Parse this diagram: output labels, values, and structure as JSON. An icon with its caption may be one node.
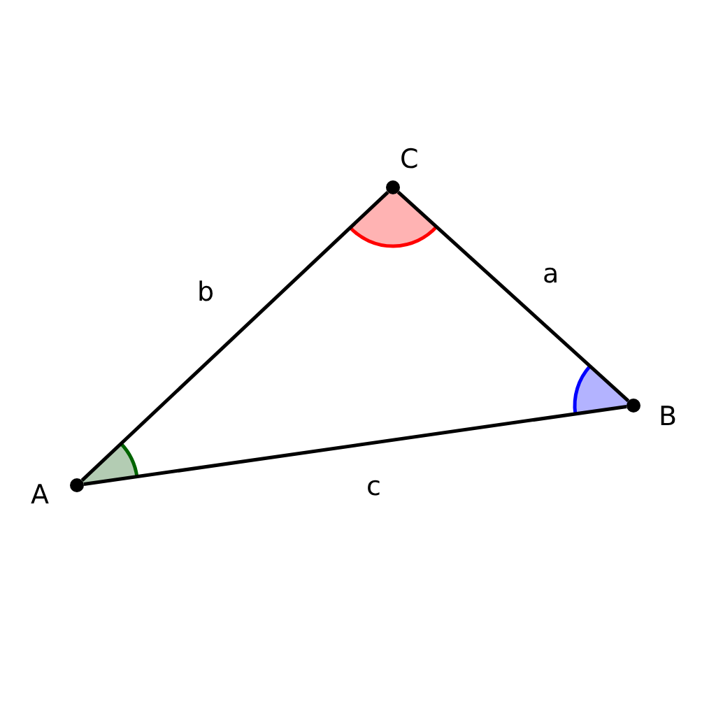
{
  "diagram": {
    "nodes": [
      {
        "text": [
          "A"
        ]
      },
      {
        "text": [
          "B"
        ]
      },
      {
        "text": [
          "C"
        ]
      }
    ],
    "edges": [
      {
        "from": 0,
        "to": 1,
        "arrow": "none",
        "label": "c"
      },
      {
        "from": 1,
        "to": 2,
        "arrow": "none",
        "label": "a"
      },
      {
        "from": 2,
        "to": 0,
        "arrow": "none",
        "label": "b"
      }
    ]
  }
}
